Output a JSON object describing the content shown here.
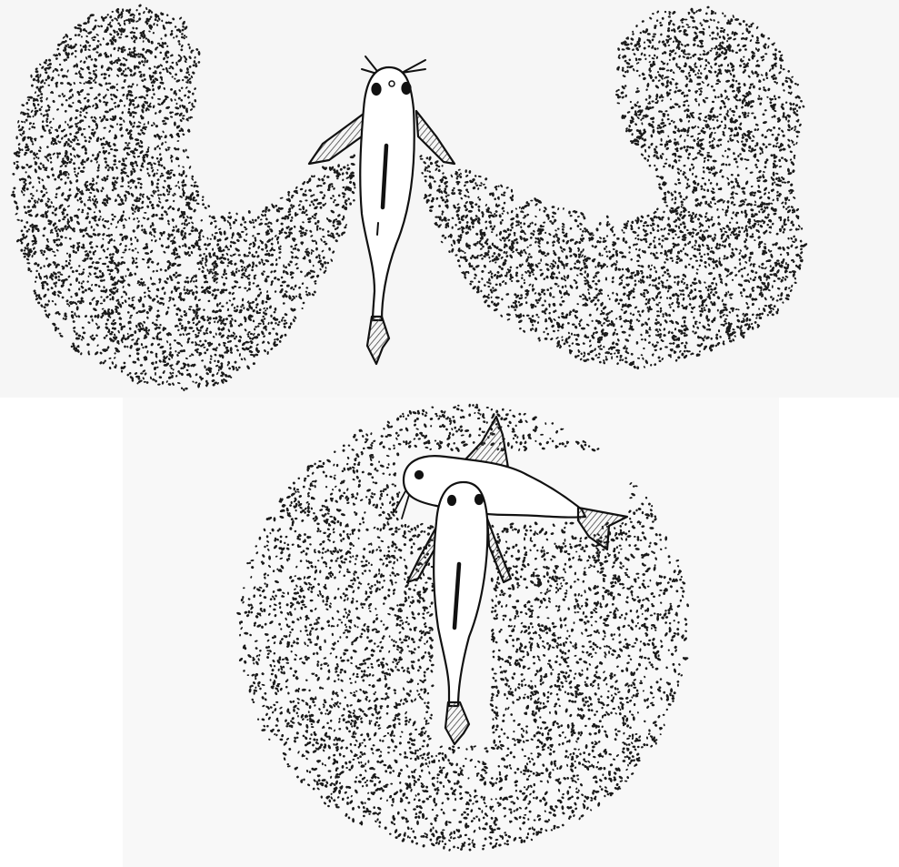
{
  "figure": {
    "panels": [
      {
        "id": "top",
        "content": "catfish-top-view-with-two-stippled-sediment-plumes",
        "stipple_color": "#1a1a1a",
        "background": "#f6f6f6"
      },
      {
        "id": "bottom",
        "content": "two-catfish-in-circular-stippled-cloud",
        "stipple_color": "#1a1a1a",
        "background": "#f8f8f8"
      }
    ],
    "line_color": "#111111",
    "body_fill": "#ffffff",
    "fin_hatch_color": "#444444"
  }
}
